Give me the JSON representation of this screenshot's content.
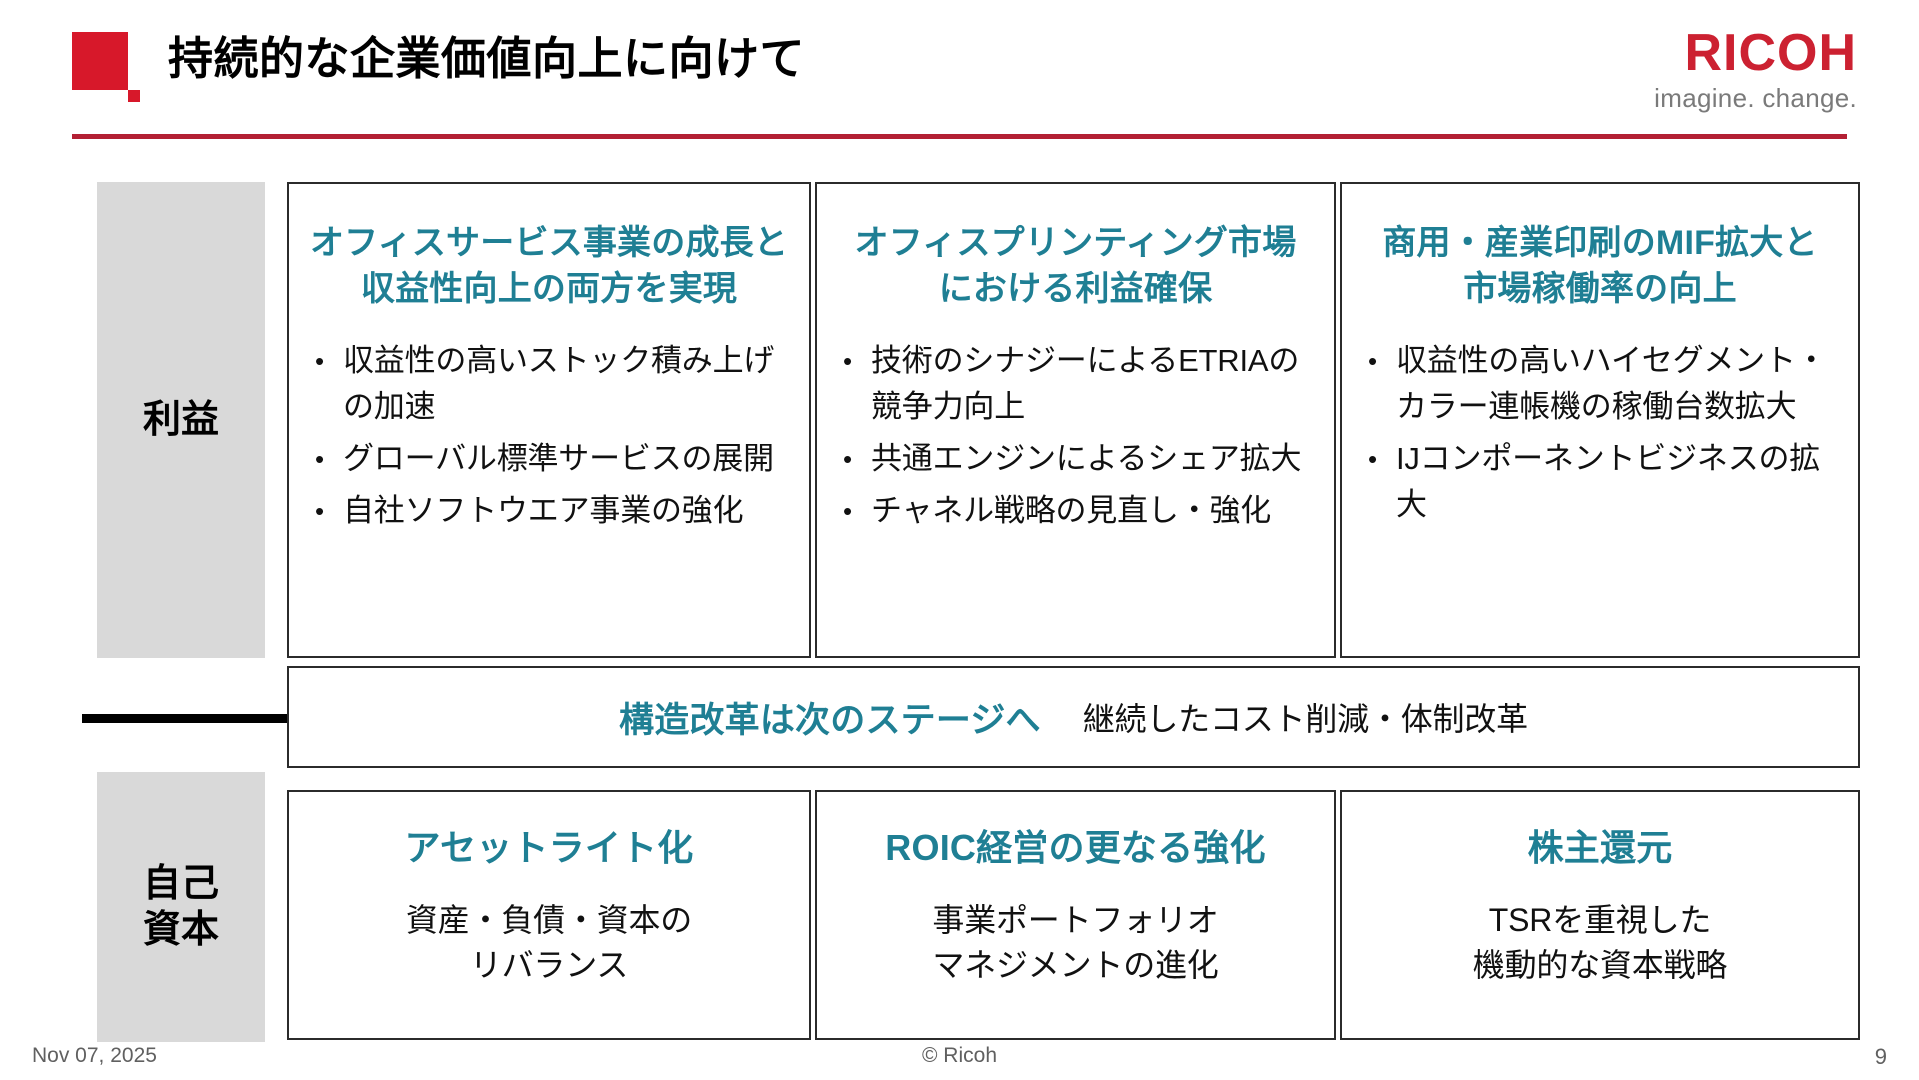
{
  "header": {
    "title": "持続的な企業価値向上に向けて",
    "logo": {
      "wordmark": "RICOH",
      "tagline": "imagine. change."
    },
    "colors": {
      "marker_red": "#d7182a",
      "rule_red": "#b32034",
      "logo_red": "#cc2131"
    }
  },
  "axis_labels": [
    {
      "id": "profit",
      "label": "利益"
    },
    {
      "id": "equity",
      "label": "自己\n資本"
    }
  ],
  "top_boxes": [
    {
      "id": "office-service",
      "heading": "オフィスサービス事業の成長と\n収益性向上の両方を実現",
      "bullets": [
        "収益性の高いストック積み上げの加速",
        "グローバル標準サービスの展開",
        "自社ソフトウエア事業の強化"
      ]
    },
    {
      "id": "office-printing",
      "heading": "オフィスプリンティング市場\nにおける利益確保",
      "bullets": [
        "技術のシナジーによるETRIAの競争力向上",
        "共通エンジンによるシェア拡大",
        "チャネル戦略の見直し・強化"
      ]
    },
    {
      "id": "industrial-print",
      "heading": "商用・産業印刷のMIF拡大と\n市場稼働率の向上",
      "bullets": [
        "収益性の高いハイセグメント・カラー連帳機の稼働台数拡大",
        "IJコンポーネントビジネスの拡大"
      ]
    }
  ],
  "banner": {
    "emphasis": "構造改革は次のステージへ",
    "detail": "継続したコスト削減・体制改革"
  },
  "bottom_boxes": [
    {
      "id": "asset-light",
      "heading": "アセットライト化",
      "body": "資産・負債・資本の\nリバランス"
    },
    {
      "id": "roic",
      "heading": "ROIC経営の更なる強化",
      "body": "事業ポートフォリオ\nマネジメントの進化"
    },
    {
      "id": "shareholder-return",
      "heading": "株主還元",
      "body": "TSRを重視した\n機動的な資本戦略"
    }
  ],
  "footer": {
    "date": "Nov 07, 2025",
    "copyright": "© Ricoh",
    "page_number": "9"
  },
  "theme": {
    "accent_teal": "#1f7f94",
    "panel_gray": "#d9d9d9",
    "border_dark": "#2b2b2b"
  }
}
